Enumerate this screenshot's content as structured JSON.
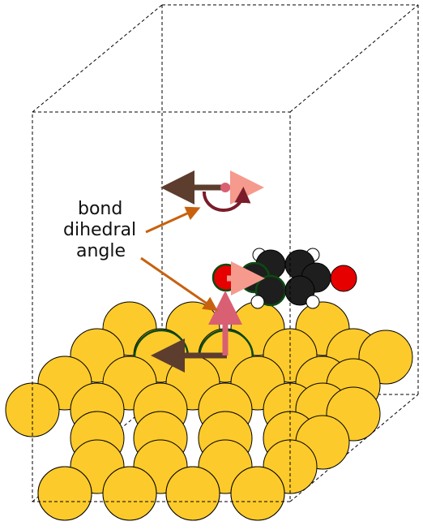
{
  "annotation": {
    "lines": [
      "bond",
      "dihedral",
      "angle"
    ]
  },
  "colors": {
    "gold_atom": "#FDCA2B",
    "oxygen": "#E60000",
    "carbon": "#1E1E1E",
    "hydrogen": "#FFFFFF",
    "highlight_outline": "#0B4A12",
    "arrow_dark_brown": "#5C3D2E",
    "arrow_pink": "#F59A8D",
    "arrow_mauve": "#D86072",
    "rotation_arc": "#7A1C2A",
    "pointer_orange": "#C8610E",
    "box_lines": "#000000"
  },
  "icons": [
    "translation-arrow",
    "rotation-arc-icon",
    "pointer-arrow"
  ]
}
